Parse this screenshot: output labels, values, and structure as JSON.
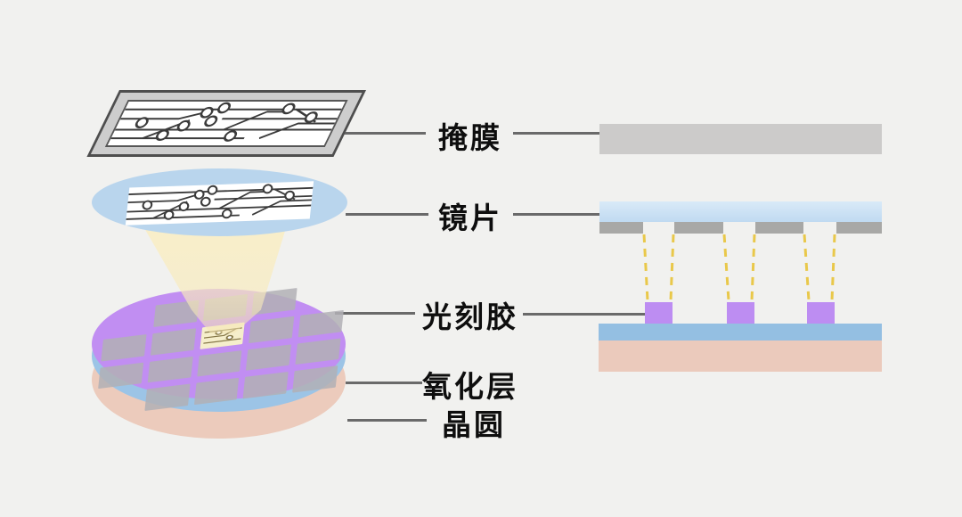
{
  "labels": {
    "mask": "掩膜",
    "lens": "镜片",
    "photoresist": "光刻胶",
    "oxide_layer": "氧化层",
    "wafer": "晶圆"
  },
  "colors": {
    "background": "#f1f1ef",
    "label_text": "#0e0e0e",
    "connector_line": "#6a6a6a",
    "mask_plate_gray": "#cdcdcd",
    "mask_border": "#4e4e4e",
    "circuit_line": "#3b3b3b",
    "lens_blue": "#b9d5ed",
    "light_cone_yellow": "#f8edc7",
    "light_ray_gold": "#e9c84a",
    "resist_purple": "#bd8df2",
    "oxide_blue": "#94bfe2",
    "wafer_pink": "#ebcabc",
    "chrome_gray": "#a8a8a6",
    "die_gray": "#b2b0b5",
    "lit_die": "#f5eecb"
  },
  "left_diagram": {
    "view": "3d-exposure-view",
    "die_grid": {
      "rows": 4,
      "cols": 5,
      "visible_dies": 17,
      "highlighted_dies": 1
    }
  },
  "right_diagram": {
    "view": "cross-section-view",
    "chrome_segments": 4,
    "light_rays": 6,
    "resist_blocks": 3,
    "layer_order_top_to_bottom": [
      "掩膜",
      "镜片",
      "光刻胶",
      "氧化层",
      "晶圆"
    ]
  }
}
